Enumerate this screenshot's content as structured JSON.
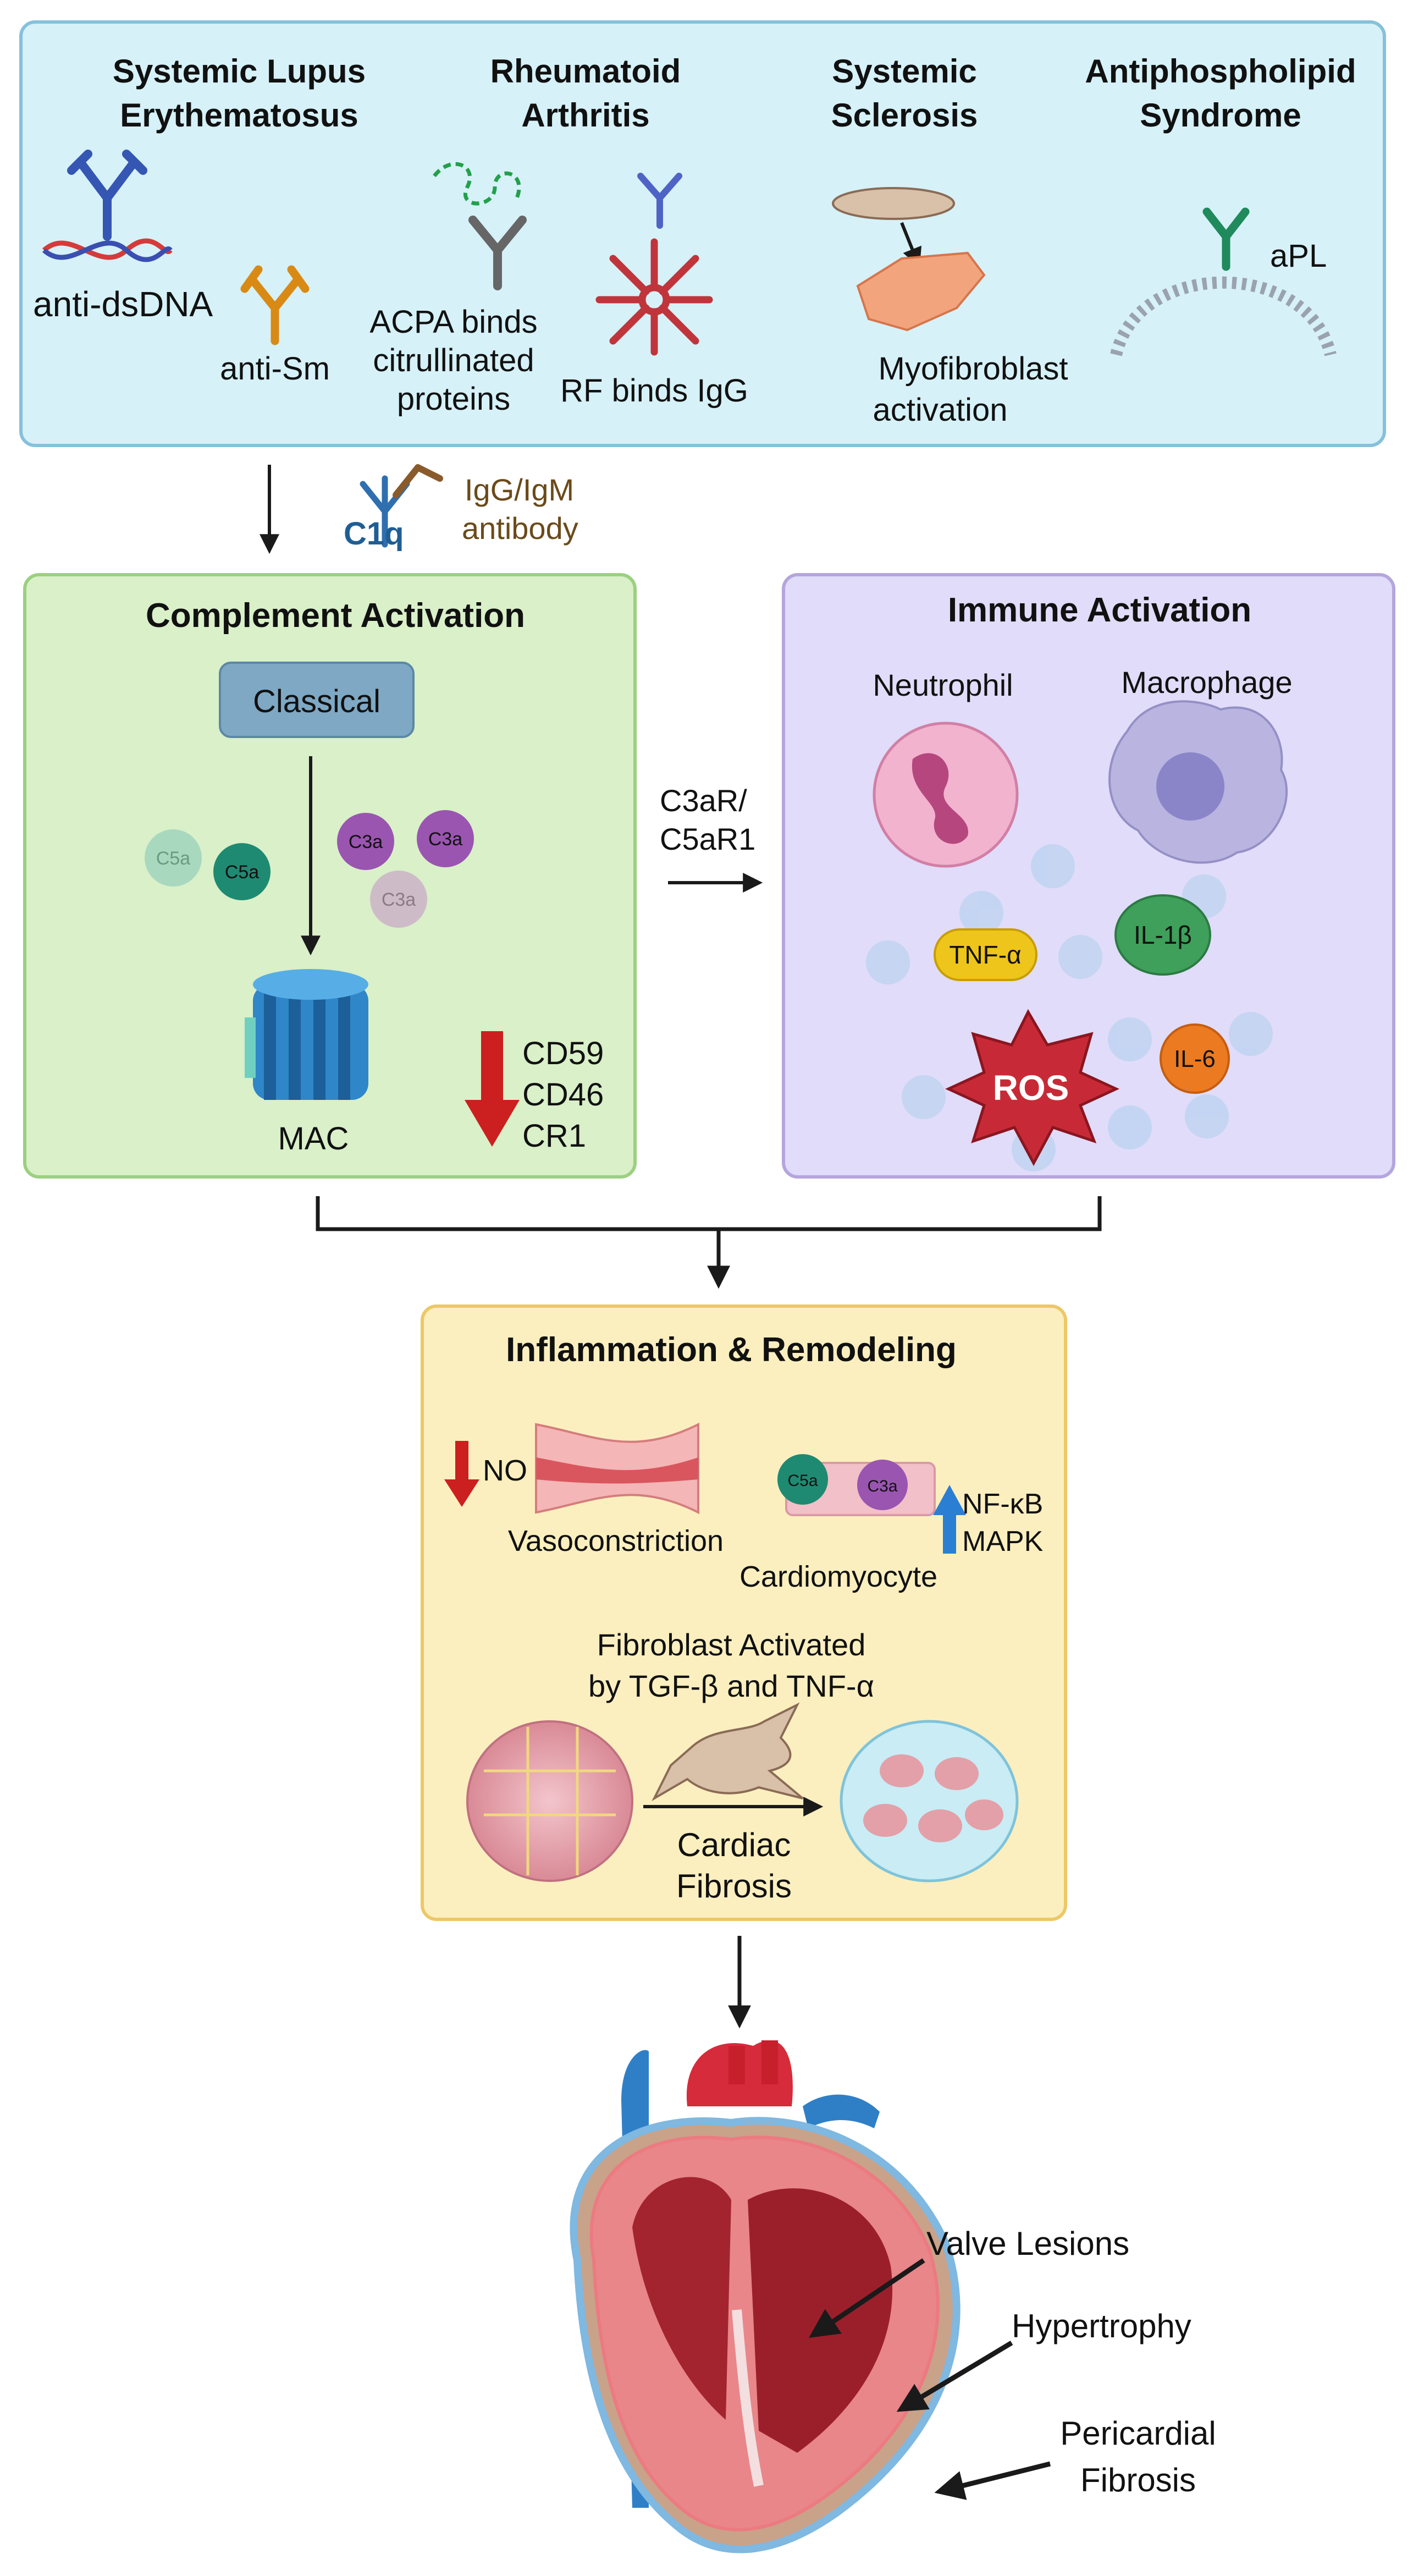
{
  "diseases": {
    "sle": {
      "line1": "Systemic Lupus",
      "line2": "Erythematosus",
      "antibody1": "anti-dsDNA",
      "antibody2": "anti-Sm"
    },
    "ra": {
      "line1": "Rheumatoid",
      "line2": "Arthritis",
      "acpa1": "ACPA binds",
      "acpa2": "citrullinated",
      "acpa3": "proteins",
      "rf": "RF binds IgG"
    },
    "ssc": {
      "line1": "Systemic",
      "line2": "Sclerosis",
      "myo1": "Myofibroblast",
      "myo2": "activation"
    },
    "aps": {
      "line1": "Antiphospholipid",
      "line2": "Syndrome",
      "apl": "aPL"
    }
  },
  "link": {
    "c1q": "C1q",
    "antibody1": "IgG/IgM",
    "antibody2": "antibody",
    "receptor1": "C3aR/",
    "receptor2": "C5aR1"
  },
  "complement": {
    "title": "Complement Activation",
    "pathway": "Classical",
    "c5a": "C5a",
    "c3a": "C3a",
    "mac": "MAC",
    "regulators": [
      "CD59",
      "CD46",
      "CR1"
    ]
  },
  "immune": {
    "title": "Immune Activation",
    "neutrophil": "Neutrophil",
    "macrophage": "Macrophage",
    "tnf": "TNF-α",
    "il1b": "IL-1β",
    "il6": "IL-6",
    "ros": "ROS"
  },
  "inflammation": {
    "title": "Inflammation & Remodeling",
    "no": "NO",
    "vaso": "Vasoconstriction",
    "cardio": "Cardiomyocyte",
    "nfkb": "NF-κB",
    "mapk": "MAPK",
    "fib1": "Fibroblast Activated",
    "fib2": "by TGF-β and TNF-α",
    "cf1": "Cardiac",
    "cf2": "Fibrosis"
  },
  "heart": {
    "valve": "Valve Lesions",
    "hyper": "Hypertrophy",
    "peri1": "Pericardial",
    "peri2": "Fibrosis"
  },
  "colors": {
    "top_panel": "#d6f1f8",
    "complement_panel": "#d9f0c9",
    "immune_panel": "#e0dcf9",
    "inflammation_panel": "#fbefbf",
    "down_arrow": "#cc1f1f",
    "up_arrow": "#2a7fd4"
  }
}
